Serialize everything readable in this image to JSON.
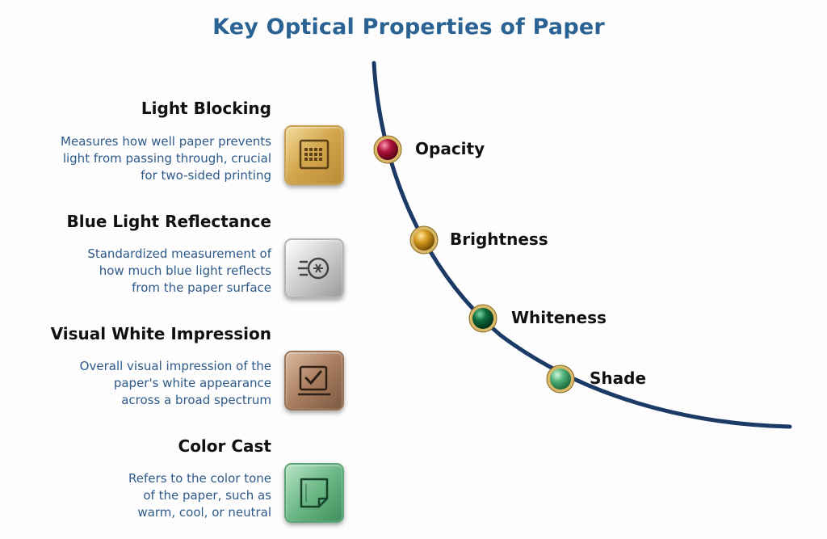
{
  "title": "Key Optical Properties of Paper",
  "items": [
    {
      "heading": "Light Blocking",
      "description_lines": [
        "Measures how well paper prevents",
        "light from passing through, crucial",
        "for two-sided printing"
      ],
      "icon": "light-blocking-grid-icon",
      "icon_color": "#d4a84e"
    },
    {
      "heading": "Blue Light Reflectance",
      "description_lines": [
        "Standardized measurement of",
        "how much blue light reflects",
        "from the paper surface"
      ],
      "icon": "light-reflect-icon",
      "icon_color": "#c8c8c8"
    },
    {
      "heading": "Visual White Impression",
      "description_lines": [
        "Overall visual impression of the",
        "paper's white appearance",
        "across a broad spectrum"
      ],
      "icon": "check-document-icon",
      "icon_color": "#a97d5f"
    },
    {
      "heading": "Color Cast",
      "description_lines": [
        "Refers to the color tone",
        "of the paper, such as",
        "warm, cool, or neutral"
      ],
      "icon": "paper-sheet-icon",
      "icon_color": "#6bb786"
    }
  ],
  "properties": [
    {
      "label": "Opacity",
      "color": "#b0123a"
    },
    {
      "label": "Brightness",
      "color": "#d49a1c"
    },
    {
      "label": "Whiteness",
      "color": "#0e6b3c"
    },
    {
      "label": "Shade",
      "color": "#4fb377"
    }
  ],
  "curve_color": "#1c3a66"
}
